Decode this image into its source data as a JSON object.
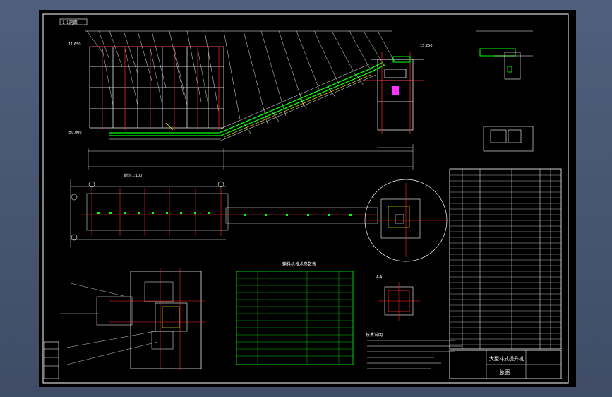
{
  "drawing": {
    "section_label": "1-1剖面",
    "elevations": [
      "15.250",
      "11.650",
      "±0.000"
    ],
    "plan_caption_1": "卸料(1:100)",
    "detail_caption": "A-A",
    "table_caption": "输料机技术参数表",
    "notes_title": "技术说明",
    "title_block": {
      "drawing_title": "大型斗式提升机",
      "sheet_label": "总图"
    }
  },
  "colors": {
    "lines_white": "#ffffff",
    "lines_green": "#00ff00",
    "lines_red": "#ff2a2a",
    "lines_yellow": "#ffff00",
    "lines_cyan": "#00e5ff",
    "lines_magenta": "#ff33ff",
    "background": "#000000"
  }
}
